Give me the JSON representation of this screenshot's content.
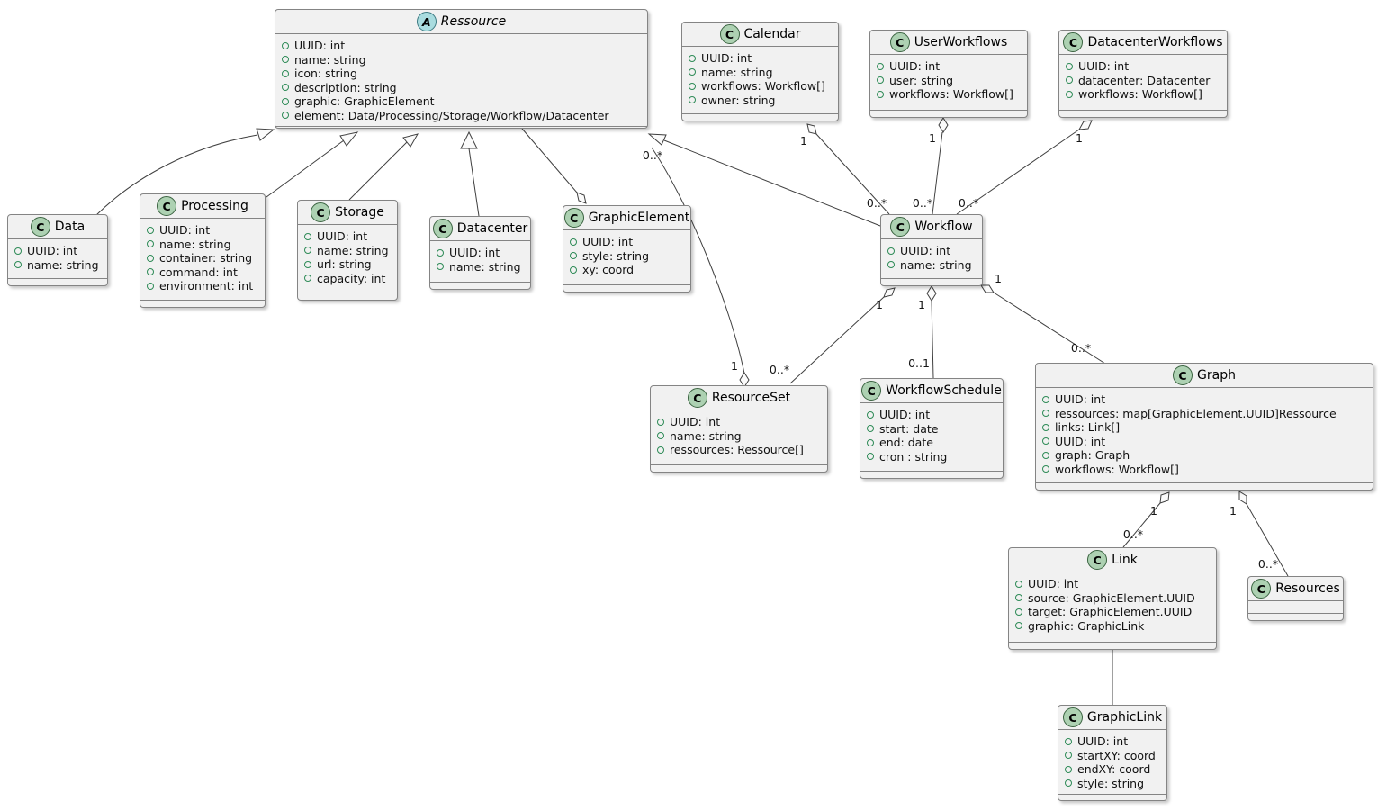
{
  "diagram": {
    "background": "#FFFFFF",
    "colors": {
      "box_fill": "#F1F1F1",
      "box_border": "#848484",
      "relation_line": "#404040",
      "class_icon_fill": "#ADD1B2",
      "abstract_icon_fill": "#A9DCDF",
      "field_ring": "#2E8B57"
    },
    "classes": [
      {
        "id": "Ressource",
        "name": "Ressource",
        "stereotype": "A",
        "abstract": true,
        "fields": [
          "UUID: int",
          "name: string",
          "icon: string",
          "description: string",
          "graphic: GraphicElement",
          "element: Data/Processing/Storage/Workflow/Datacenter"
        ]
      },
      {
        "id": "Calendar",
        "name": "Calendar",
        "stereotype": "C",
        "abstract": false,
        "fields": [
          "UUID: int",
          "name: string",
          "workflows: Workflow[]",
          "owner: string"
        ]
      },
      {
        "id": "UserWorkflows",
        "name": "UserWorkflows",
        "stereotype": "C",
        "abstract": false,
        "fields": [
          "UUID: int",
          "user: string",
          "workflows: Workflow[]"
        ]
      },
      {
        "id": "DatacenterWorkflows",
        "name": "DatacenterWorkflows",
        "stereotype": "C",
        "abstract": false,
        "fields": [
          "UUID: int",
          "datacenter: Datacenter",
          "workflows: Workflow[]"
        ]
      },
      {
        "id": "Data",
        "name": "Data",
        "stereotype": "C",
        "abstract": false,
        "fields": [
          "UUID: int",
          "name: string"
        ]
      },
      {
        "id": "Processing",
        "name": "Processing",
        "stereotype": "C",
        "abstract": false,
        "fields": [
          "UUID: int",
          "name: string",
          "container: string",
          "command: int",
          "environment: int"
        ]
      },
      {
        "id": "Storage",
        "name": "Storage",
        "stereotype": "C",
        "abstract": false,
        "fields": [
          "UUID: int",
          "name: string",
          "url: string",
          "capacity: int"
        ]
      },
      {
        "id": "Datacenter",
        "name": "Datacenter",
        "stereotype": "C",
        "abstract": false,
        "fields": [
          "UUID: int",
          "name: string"
        ]
      },
      {
        "id": "GraphicElement",
        "name": "GraphicElement",
        "stereotype": "C",
        "abstract": false,
        "fields": [
          "UUID: int",
          "style: string",
          "xy: coord"
        ]
      },
      {
        "id": "Workflow",
        "name": "Workflow",
        "stereotype": "C",
        "abstract": false,
        "fields": [
          "UUID: int",
          "name: string"
        ]
      },
      {
        "id": "ResourceSet",
        "name": "ResourceSet",
        "stereotype": "C",
        "abstract": false,
        "fields": [
          "UUID: int",
          "name: string",
          "ressources: Ressource[]"
        ]
      },
      {
        "id": "WorkflowSchedule",
        "name": "WorkflowSchedule",
        "stereotype": "C",
        "abstract": false,
        "fields": [
          "UUID: int",
          "start: date",
          "end: date",
          "cron : string"
        ]
      },
      {
        "id": "Graph",
        "name": "Graph",
        "stereotype": "C",
        "abstract": false,
        "fields": [
          "UUID: int",
          "ressources: map[GraphicElement.UUID]Ressource",
          "links: Link[]",
          "UUID: int",
          "graph: Graph",
          "workflows: Workflow[]"
        ]
      },
      {
        "id": "Link",
        "name": "Link",
        "stereotype": "C",
        "abstract": false,
        "fields": [
          "UUID: int",
          "source: GraphicElement.UUID",
          "target: GraphicElement.UUID",
          "graphic: GraphicLink"
        ]
      },
      {
        "id": "Resources",
        "name": "Resources",
        "stereotype": "C",
        "abstract": false,
        "fields": []
      },
      {
        "id": "GraphicLink",
        "name": "GraphicLink",
        "stereotype": "C",
        "abstract": false,
        "fields": [
          "UUID: int",
          "startXY: coord",
          "endXY: coord",
          "style: string"
        ]
      }
    ],
    "relations": [
      {
        "id": "data-extends-ressource",
        "from": "Data",
        "to": "Ressource",
        "type": "generalization"
      },
      {
        "id": "processing-extends-ressource",
        "from": "Processing",
        "to": "Ressource",
        "type": "generalization"
      },
      {
        "id": "storage-extends-ressource",
        "from": "Storage",
        "to": "Ressource",
        "type": "generalization"
      },
      {
        "id": "datacenter-extends-ressource",
        "from": "Datacenter",
        "to": "Ressource",
        "type": "generalization"
      },
      {
        "id": "workflow-extends-ressource",
        "from": "Workflow",
        "to": "Ressource",
        "type": "generalization"
      },
      {
        "id": "graphicelement-aggregates-ressource",
        "from": "GraphicElement",
        "to": "Ressource",
        "type": "aggregation"
      },
      {
        "id": "calendar-aggregates-workflow",
        "from": "Calendar",
        "to": "Workflow",
        "type": "aggregation",
        "from_card": "1",
        "to_card": "0..*"
      },
      {
        "id": "userworkflows-aggregates-workflow",
        "from": "UserWorkflows",
        "to": "Workflow",
        "type": "aggregation",
        "from_card": "1",
        "to_card": "0..*"
      },
      {
        "id": "datacenterworkflows-aggregates-workflow",
        "from": "DatacenterWorkflows",
        "to": "Workflow",
        "type": "aggregation",
        "from_card": "1",
        "to_card": "0..*"
      },
      {
        "id": "workflow-aggregates-resourceset",
        "from": "Workflow",
        "to": "ResourceSet",
        "type": "aggregation",
        "from_card": "1",
        "to_card": "0..*"
      },
      {
        "id": "resourceset-aggregates-ressource",
        "from": "ResourceSet",
        "to": "Ressource",
        "type": "aggregation",
        "from_card": "1",
        "to_card": "0..*"
      },
      {
        "id": "workflow-aggregates-workflowschedule",
        "from": "Workflow",
        "to": "WorkflowSchedule",
        "type": "aggregation",
        "from_card": "1",
        "to_card": "0..1"
      },
      {
        "id": "workflow-aggregates-graph",
        "from": "Workflow",
        "to": "Graph",
        "type": "aggregation",
        "from_card": "1",
        "to_card": "0..*"
      },
      {
        "id": "graph-aggregates-link",
        "from": "Graph",
        "to": "Link",
        "type": "aggregation",
        "from_card": "1",
        "to_card": "0..*"
      },
      {
        "id": "graph-aggregates-resources",
        "from": "Graph",
        "to": "Resources",
        "type": "aggregation",
        "from_card": "1",
        "to_card": "0..*"
      },
      {
        "id": "link-association-graphiclink",
        "from": "Link",
        "to": "GraphicLink",
        "type": "association"
      }
    ]
  }
}
